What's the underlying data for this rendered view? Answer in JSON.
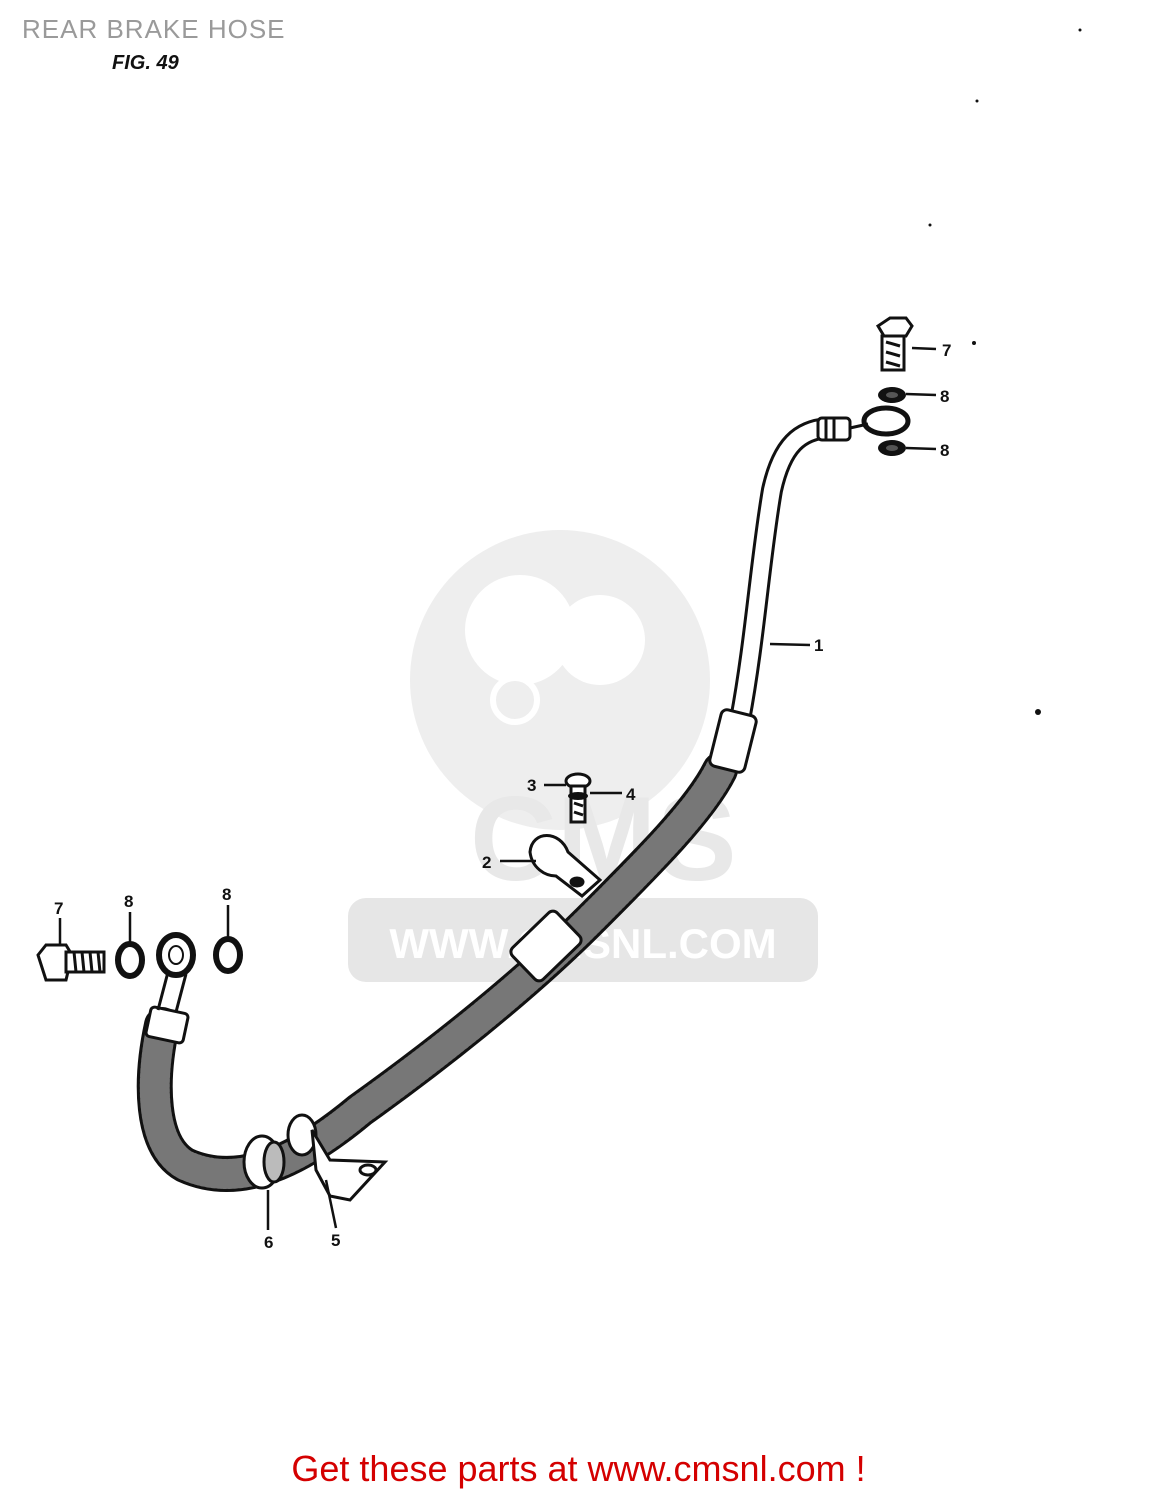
{
  "title": "REAR BRAKE HOSE",
  "figure": "FIG. 49",
  "watermark": {
    "letters": "CMS",
    "url": "WWW.CMSNL.COM"
  },
  "footer": "Get these parts at www.cmsnl.com !",
  "colors": {
    "footer": "#d40000",
    "line": "#111111",
    "watermark": "#e6e6e6"
  },
  "callouts": {
    "c1": "1",
    "c2": "2",
    "c3": "3",
    "c4": "4",
    "c5": "5",
    "c6": "6",
    "c7a": "7",
    "c7b": "7",
    "c8a": "8",
    "c8b": "8",
    "c8c": "8",
    "c8d": "8"
  }
}
